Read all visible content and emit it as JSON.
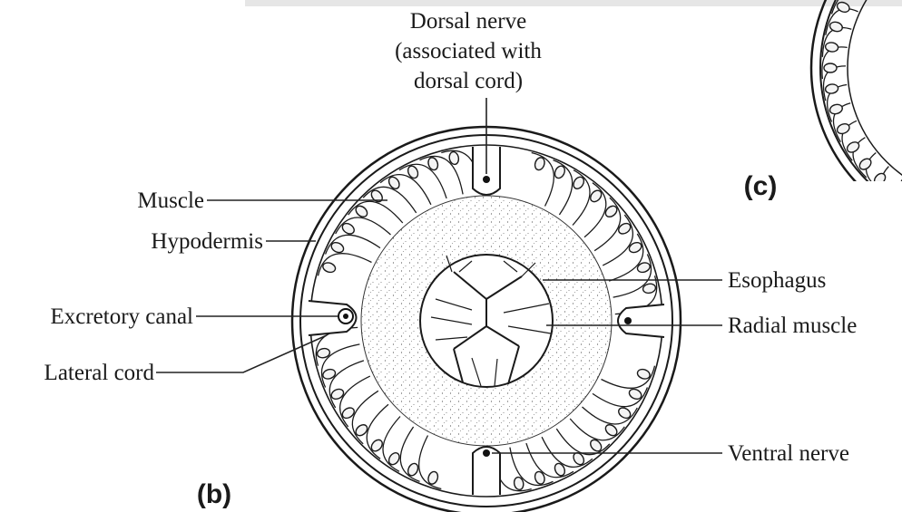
{
  "panel_labels": {
    "b": "(b)",
    "c": "(c)"
  },
  "labels": {
    "dorsal_nerve": [
      "Dorsal nerve",
      "(associated with",
      "dorsal cord)"
    ],
    "muscle": "Muscle",
    "hypodermis": "Hypodermis",
    "excretory_canal": "Excretory canal",
    "lateral_cord": "Lateral cord",
    "esophagus": "Esophagus",
    "radial_muscle": "Radial muscle",
    "ventral_nerve": "Ventral nerve"
  }
}
